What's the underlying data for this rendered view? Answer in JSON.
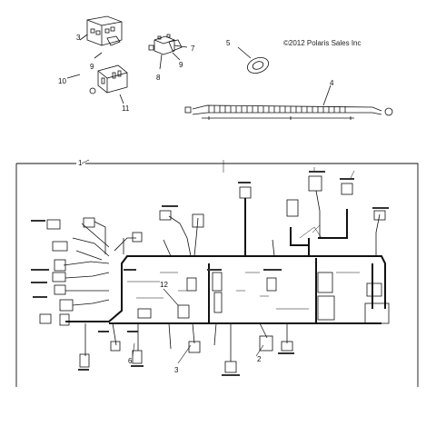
{
  "copyright": "©2012 Polaris Sales Inc",
  "callouts": {
    "c1": "1",
    "c2": "2",
    "c3": "3",
    "c4": "4",
    "c5": "5",
    "c6": "6",
    "c7": "7",
    "c8": "8",
    "c9": "9",
    "c10": "10",
    "c11": "11",
    "c12": "12"
  },
  "colors": {
    "line": "#111111",
    "paper": "#ffffff"
  }
}
